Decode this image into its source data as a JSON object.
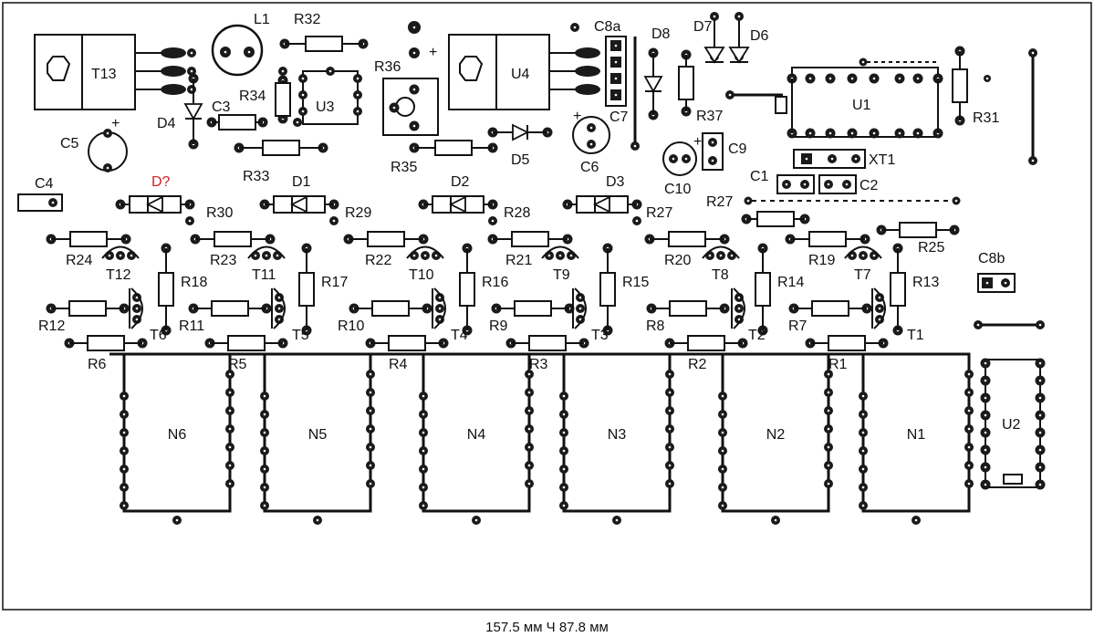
{
  "caption": "157.5 мм Ч 87.8 мм",
  "colors": {
    "ink": "#111111",
    "pad": "#1a1a1a",
    "highlight": "#d42020",
    "background": "#ffffff"
  },
  "labels": {
    "T13": "T13",
    "L1": "L1",
    "R32": "R32",
    "R36": "R36",
    "plus1": "+",
    "U4": "U4",
    "C8a": "C8a",
    "D8": "D8",
    "D7": "D7",
    "D6": "D6",
    "U3": "U3",
    "R34": "R34",
    "C3": "C3",
    "D4": "D4",
    "C5": "C5",
    "C5plus": "+",
    "R33": "R33",
    "R35": "R35",
    "D5": "D5",
    "C6": "C6",
    "C6plus": "+",
    "C7": "C7",
    "R37": "R37",
    "C10": "C10",
    "C10plus": "+",
    "C9": "C9",
    "U1": "U1",
    "R31": "R31",
    "XT1": "XT1",
    "C1": "C1",
    "C2": "C2",
    "C4": "C4",
    "Dq": "D?",
    "D1": "D1",
    "D2": "D2",
    "D3": "D3",
    "R30": "R30",
    "R29": "R29",
    "R28": "R28",
    "R27a": "R27",
    "R27b": "R27",
    "R25": "R25",
    "R24": "R24",
    "R23": "R23",
    "R22": "R22",
    "R21": "R21",
    "R20": "R20",
    "R19": "R19",
    "T12": "T12",
    "T11": "T11",
    "T10": "T10",
    "T9": "T9",
    "T8": "T8",
    "T7": "T7",
    "C8b": "C8b",
    "R18": "R18",
    "R17": "R17",
    "R16": "R16",
    "R15": "R15",
    "R14": "R14",
    "R13": "R13",
    "R12": "R12",
    "R11": "R11",
    "R10": "R10",
    "R9": "R9",
    "R8": "R8",
    "R7": "R7",
    "T6": "T6",
    "T5": "T5",
    "T4": "T4",
    "T3": "T3",
    "T2": "T2",
    "T1": "T1",
    "R6": "R6",
    "R5": "R5",
    "R4": "R4",
    "R3": "R3",
    "R2": "R2",
    "R1": "R1",
    "N6": "N6",
    "N5": "N5",
    "N4": "N4",
    "N3": "N3",
    "N2": "N2",
    "N1": "N1",
    "U2": "U2"
  }
}
